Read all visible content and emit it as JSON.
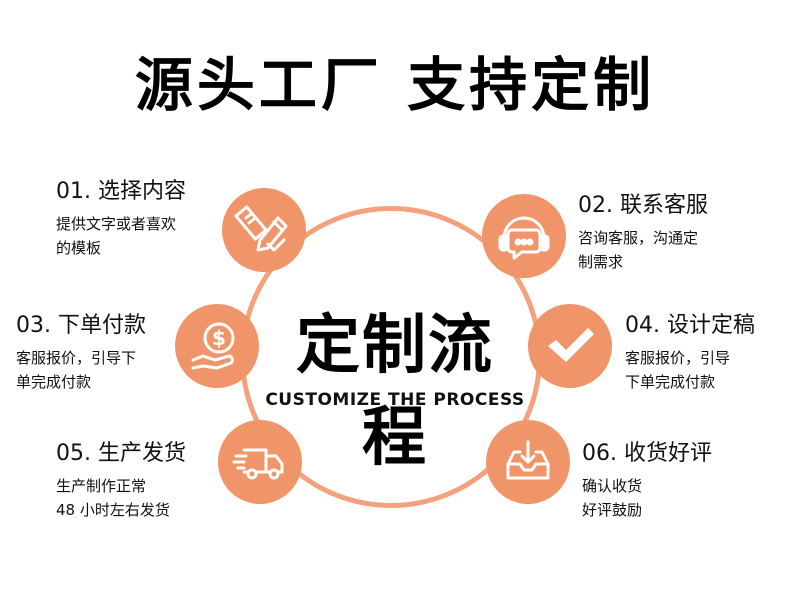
{
  "headline": "源头工厂  支持定制",
  "center": {
    "title": "定制流程",
    "subtitle": "CUSTOMIZE THE PROCESS"
  },
  "steps": [
    {
      "title": "01. 选择内容",
      "desc_lines": [
        "提供文字或者喜欢",
        "的模板"
      ],
      "icon": "pencil-ruler-icon"
    },
    {
      "title": "02. 联系客服",
      "desc_lines": [
        "咨询客服，沟通定",
        "制需求"
      ],
      "icon": "headset-chat-icon"
    },
    {
      "title": "03. 下单付款",
      "desc_lines": [
        "客服报价，引导下",
        "单完成付款"
      ],
      "icon": "coin-hand-icon"
    },
    {
      "title": "04. 设计定稿",
      "desc_lines": [
        "客服报价，引导",
        "下单完成付款"
      ],
      "icon": "checkmark-icon"
    },
    {
      "title": "05. 生产发货",
      "desc_lines": [
        "生产制作正常",
        "48 小时左右发货"
      ],
      "icon": "delivery-truck-icon"
    },
    {
      "title": "06. 收货好评",
      "desc_lines": [
        "确认收货",
        "好评鼓励"
      ],
      "icon": "inbox-download-icon"
    }
  ],
  "colors": {
    "accent": "#f0956a",
    "ring": "#f3a27d"
  }
}
